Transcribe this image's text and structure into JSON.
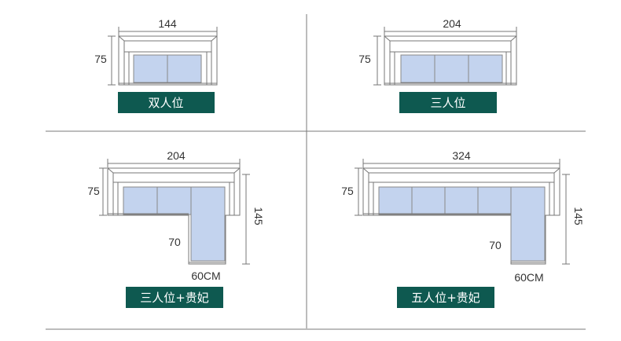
{
  "colors": {
    "label_bg": "#0e5950",
    "cushion": "#c3d3ee",
    "frame": "#777777",
    "divider": "#7a7a7a",
    "text": "#333333"
  },
  "quadrants": [
    {
      "label": "双人位",
      "width_dim": "144",
      "height_dim": "75"
    },
    {
      "label": "三人位",
      "width_dim": "204",
      "height_dim": "75"
    },
    {
      "label": "三人位+贵妃",
      "width_dim": "204",
      "height_dim": "75",
      "depth_dim": "145",
      "chaise_dim": "70",
      "chaise_width_dim": "60CM"
    },
    {
      "label": "五人位+贵妃",
      "width_dim": "324",
      "height_dim": "75",
      "depth_dim": "145",
      "chaise_dim": "70",
      "chaise_width_dim": "60CM"
    }
  ]
}
